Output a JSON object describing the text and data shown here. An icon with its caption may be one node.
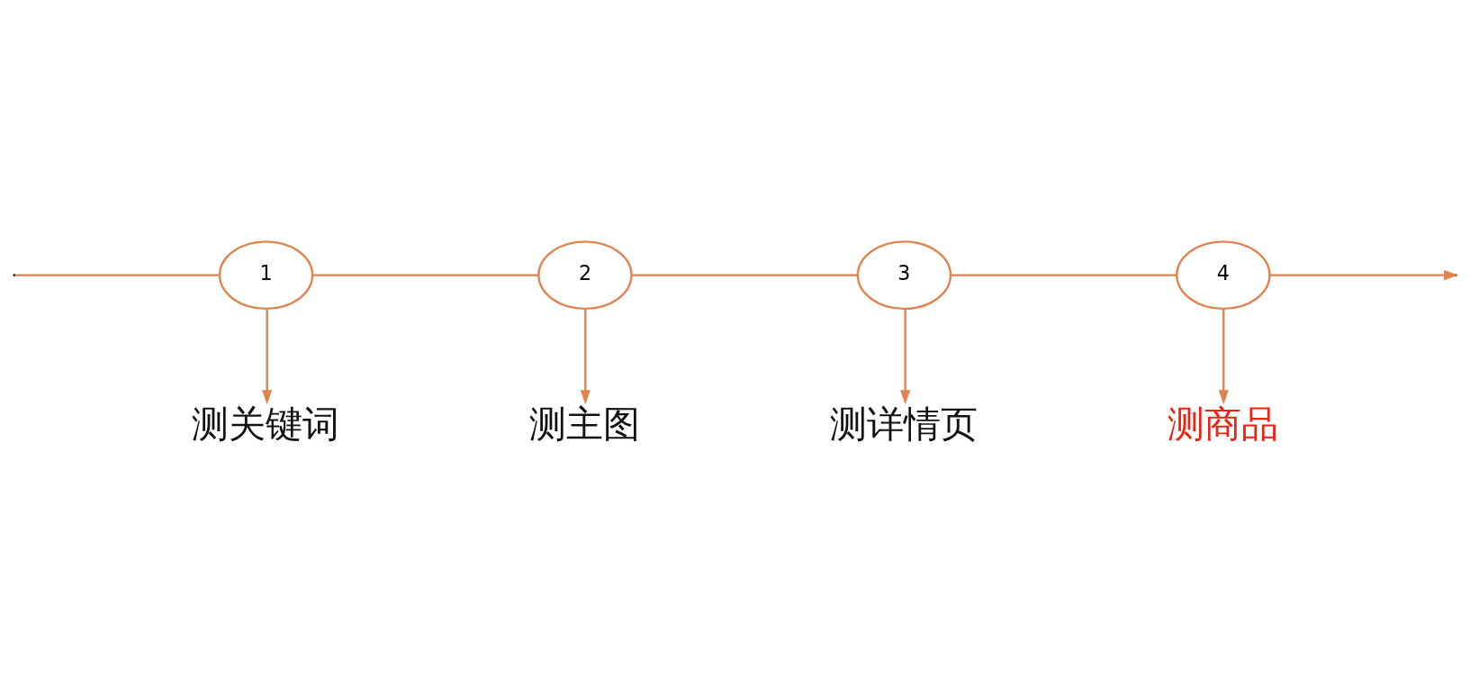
{
  "diagram": {
    "nodes": [
      {
        "text": [
          "1"
        ]
      },
      {
        "text": [
          "2"
        ]
      },
      {
        "text": [
          "3"
        ]
      },
      {
        "text": [
          "4"
        ]
      },
      {
        "text": [
          "测主图"
        ]
      },
      {
        "text": [
          "测商品"
        ]
      },
      {
        "text": [
          "测关键词"
        ]
      },
      {
        "text": [
          "测详情页"
        ]
      }
    ],
    "edges": [
      {
        "from": null,
        "to": 0,
        "arrow": "none"
      },
      {
        "from": 0,
        "to": 1,
        "arrow": "none"
      },
      {
        "from": 1,
        "to": 2,
        "arrow": "none"
      },
      {
        "from": 2,
        "to": 3,
        "arrow": "none"
      },
      {
        "from": 3,
        "to": null,
        "arrow": "to"
      },
      {
        "from": 0,
        "to": 6,
        "arrow": "to"
      },
      {
        "from": 1,
        "to": 4,
        "arrow": "to"
      },
      {
        "from": 2,
        "to": 7,
        "arrow": "to"
      },
      {
        "from": 3,
        "to": 5,
        "arrow": "to"
      }
    ]
  }
}
